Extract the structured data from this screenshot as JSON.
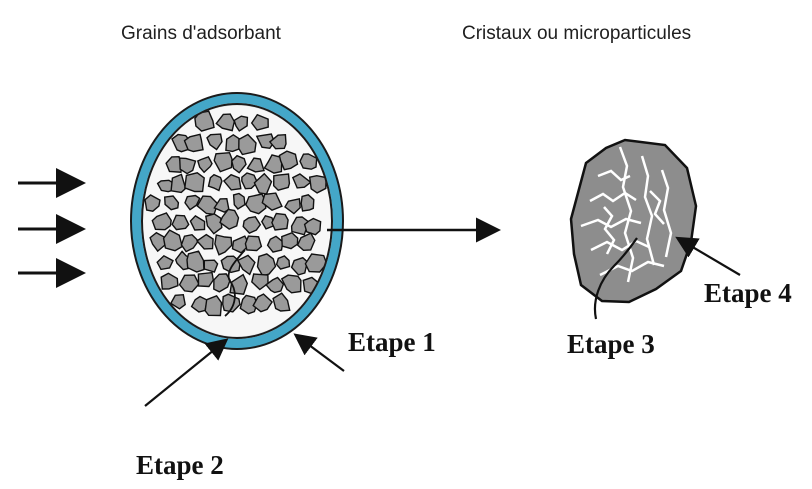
{
  "diagram": {
    "left_title": "Grains d'adsorbant",
    "right_title": "Cristaux ou microparticules",
    "steps": {
      "step1": "Etape 1",
      "step2": "Etape 2",
      "step3": "Etape 3",
      "step4": "Etape 4"
    },
    "colors": {
      "grain_border": "#44a7c8",
      "particle_fill": "#9a9a9a",
      "micro_fill": "#8d8d8d",
      "line_color": "#111111"
    },
    "icons": {
      "incoming_arrow": "right-arrow-icon",
      "connector_arrow": "right-arrow-icon",
      "pointer_arrow": "pointer-arrow-icon"
    }
  }
}
